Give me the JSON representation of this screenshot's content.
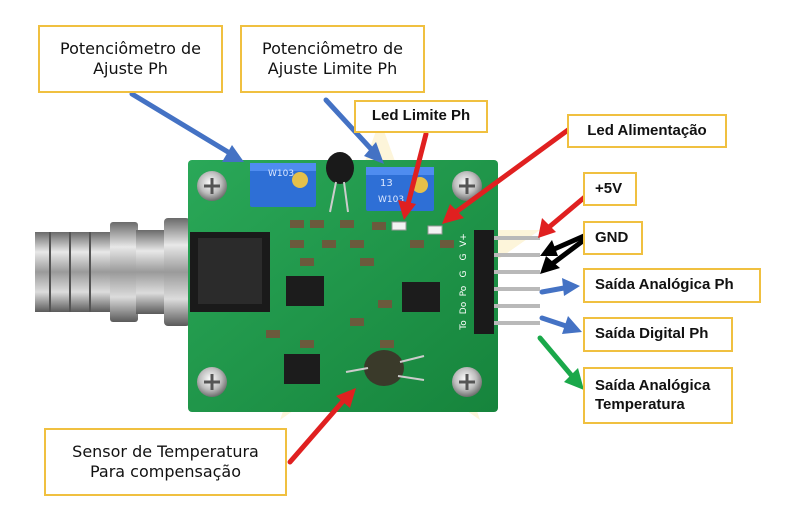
{
  "labels": {
    "pot_ajuste_ph": [
      "Potenciômetro de",
      "Ajuste Ph"
    ],
    "pot_ajuste_limite_ph": [
      "Potenciômetro de",
      "Ajuste Limite Ph"
    ],
    "led_limite_ph": "Led Limite Ph",
    "led_alimentacao": "Led Alimentação",
    "pin_5v": "+5V",
    "pin_gnd": "GND",
    "saida_analogica_ph": "Saída Analógica Ph",
    "saida_digital_ph": "Saída Digital Ph",
    "saida_analogica_temp": [
      "Saída Analógica",
      "Temperatura"
    ],
    "sensor_temperatura": [
      "Sensor de Temperatura",
      "Para compensação"
    ]
  },
  "board": {
    "pot_marking_left": "W103",
    "pot_marking_right": "W103",
    "pot_code": "13",
    "pin_labels": [
      "V+",
      "G",
      "G",
      "Po",
      "Do",
      "To"
    ]
  },
  "colors": {
    "label_border": "#f0c040",
    "arrow_blue": "#4472c4",
    "arrow_red": "#e02020",
    "arrow_black": "#000000",
    "arrow_green": "#1aa84a",
    "pcb_green": "#1f9a4a"
  }
}
